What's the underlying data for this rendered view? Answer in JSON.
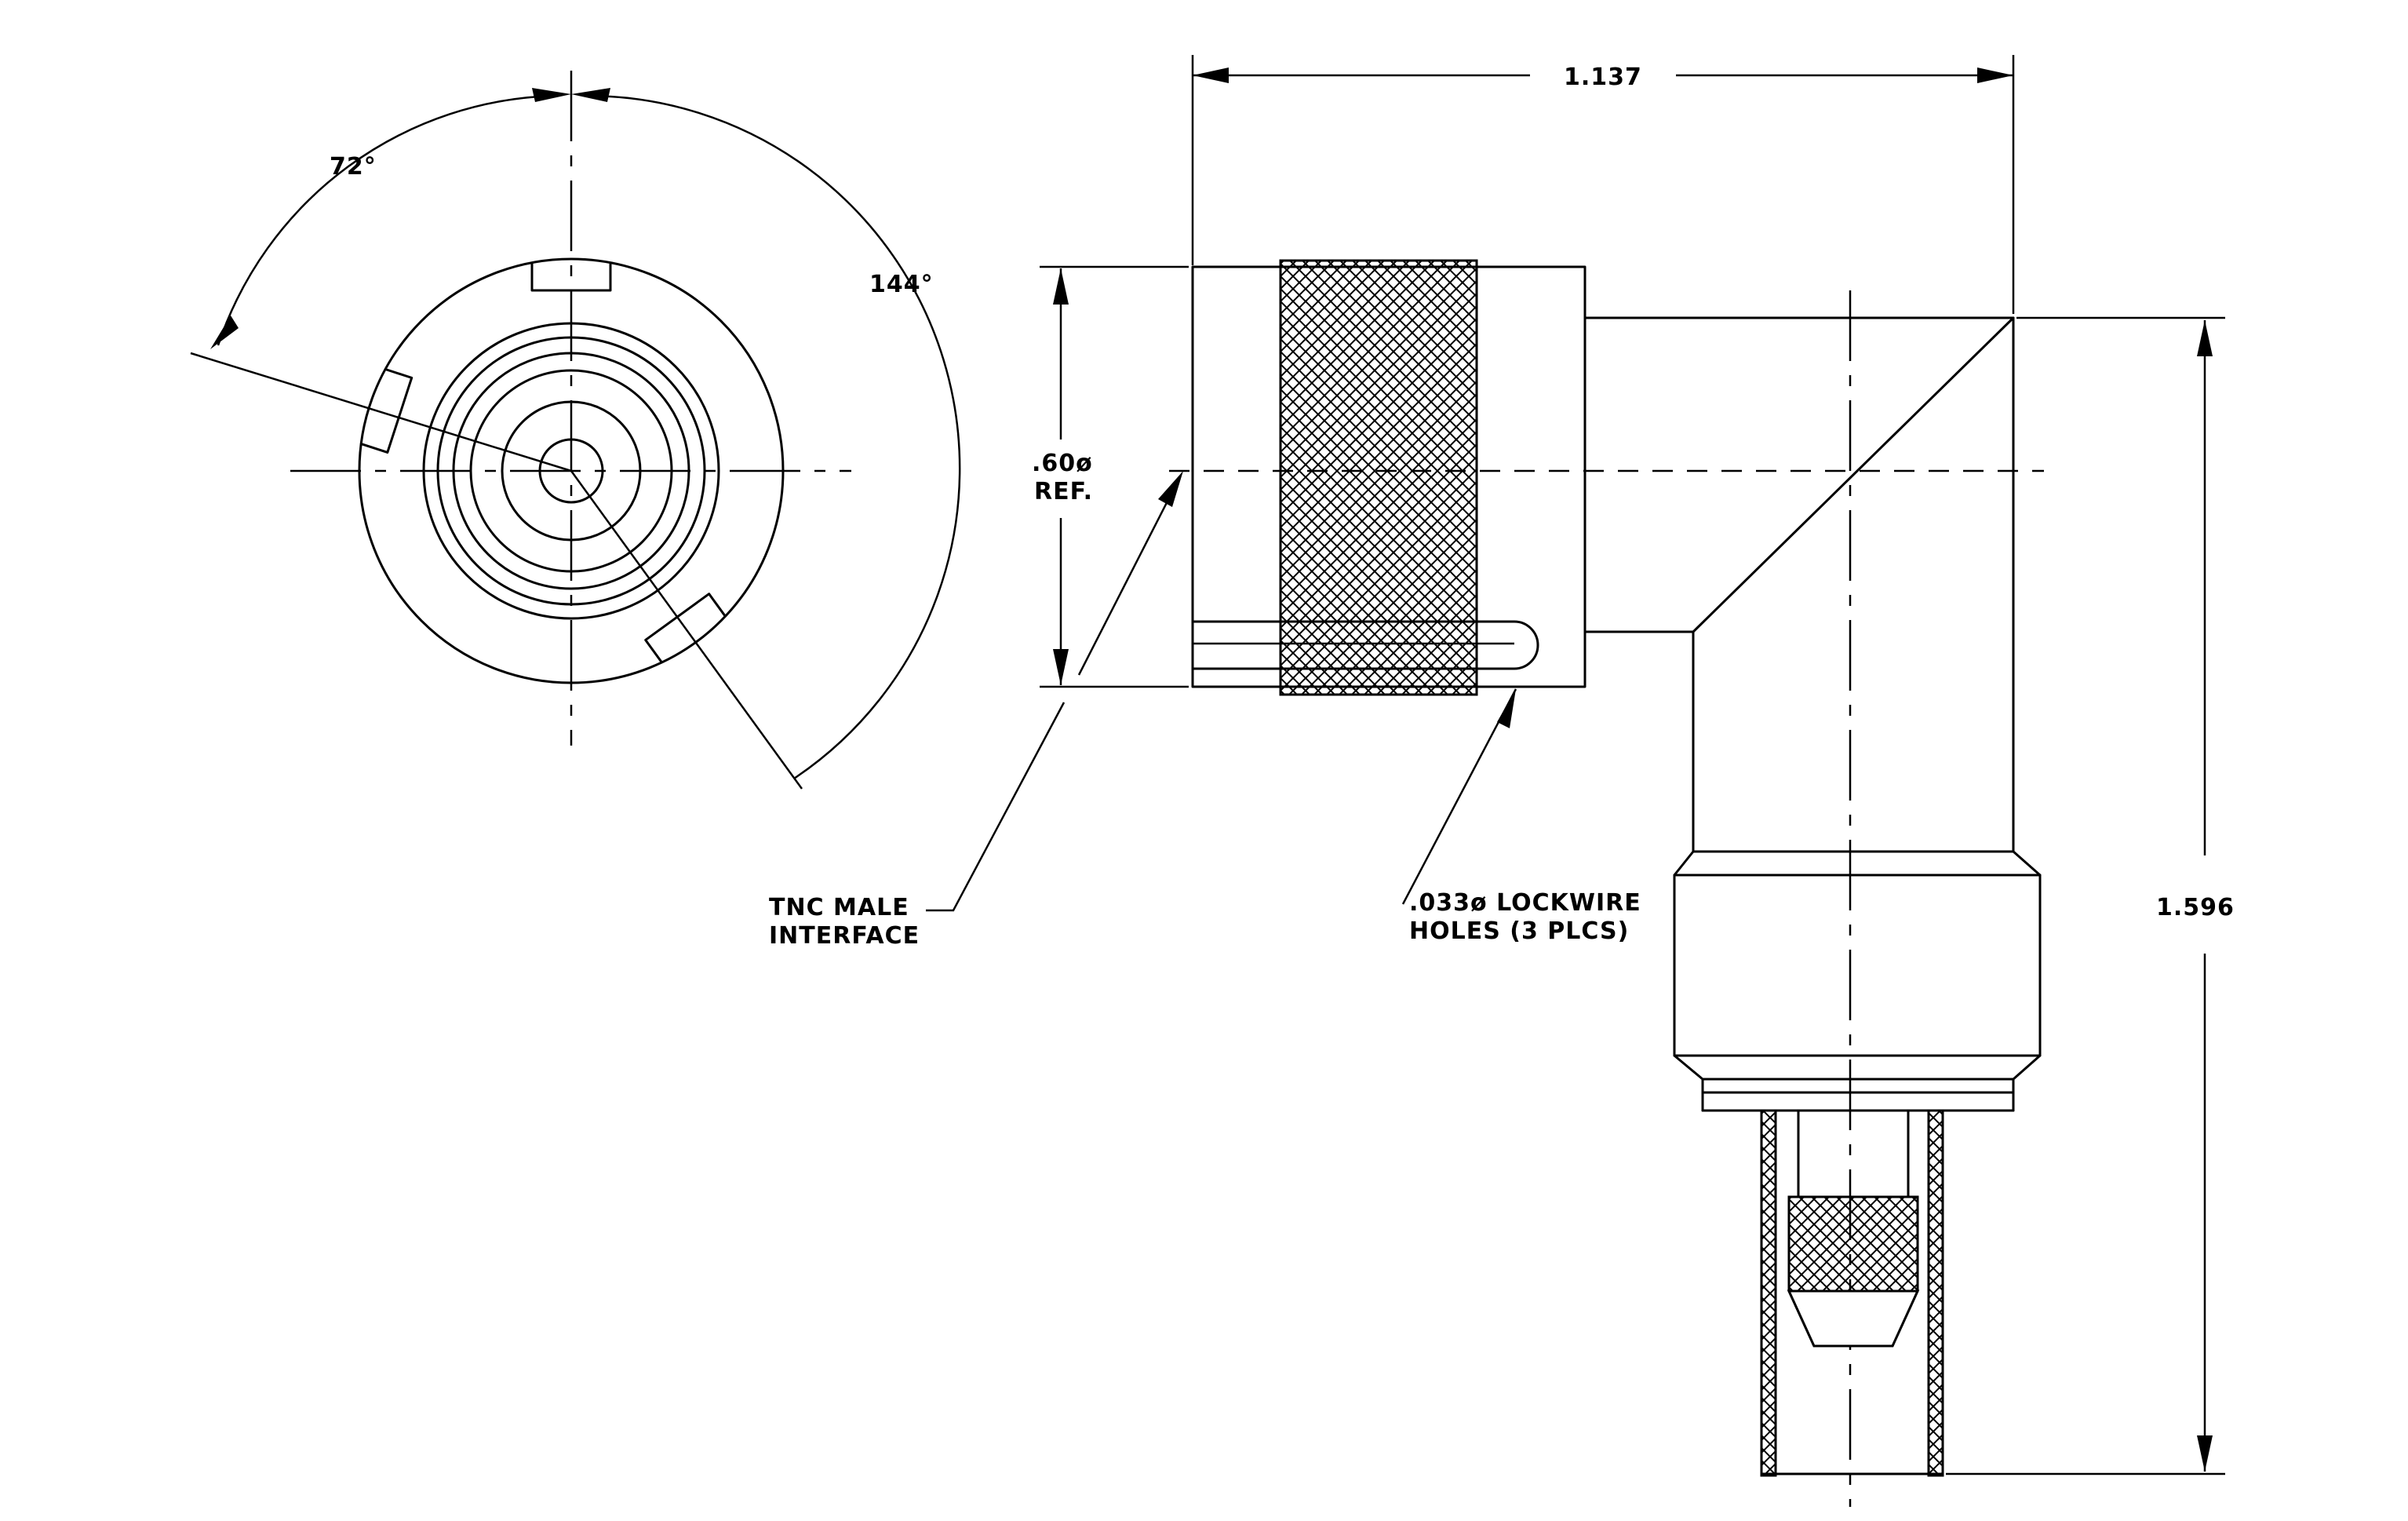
{
  "dimensions": {
    "angle_small": "72°",
    "angle_large": "144°",
    "width_overall": "1.137",
    "diameter_ref_line1": ".60ø",
    "diameter_ref_line2": "REF.",
    "height_overall": "1.596"
  },
  "callouts": {
    "interface_line1": "TNC MALE",
    "interface_line2": "INTERFACE",
    "lockwire_line1": ".033ø LOCKWIRE",
    "lockwire_line2": "HOLES (3 PLCS)"
  },
  "colors": {
    "line": "#000000",
    "background": "#ffffff"
  }
}
